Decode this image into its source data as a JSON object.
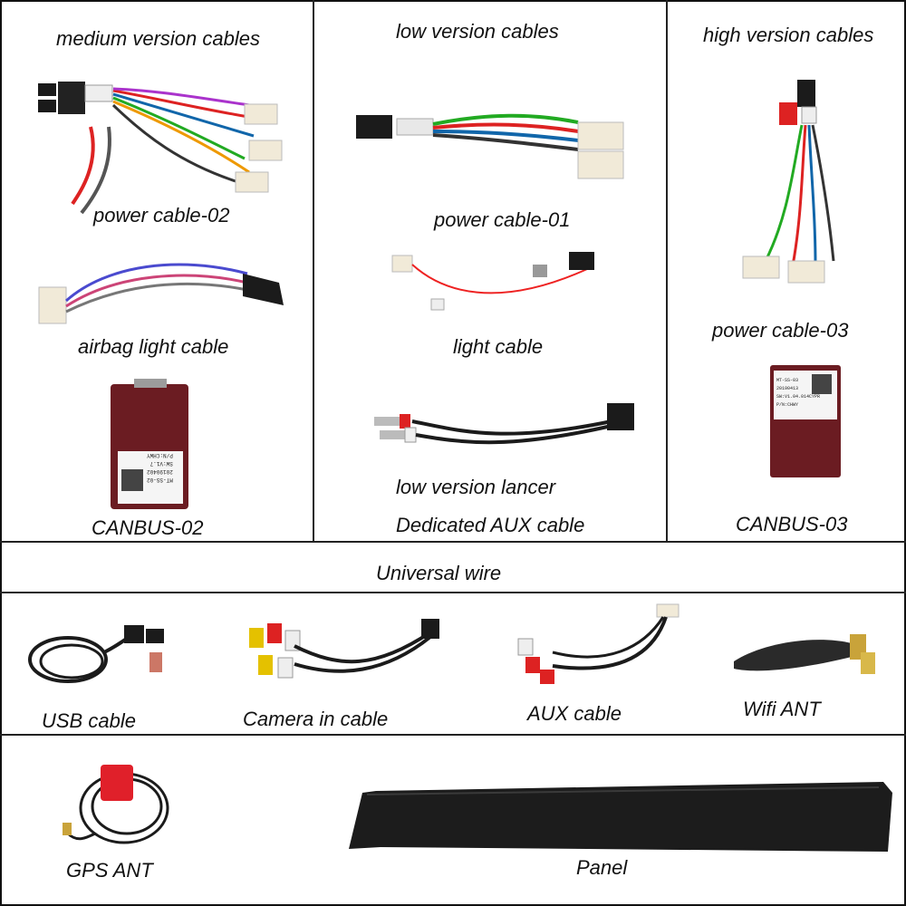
{
  "sections": {
    "medium": {
      "heading": "medium version cables",
      "items": [
        "power cable-02",
        "airbag light cable",
        "CANBUS-02"
      ]
    },
    "low": {
      "heading": "low version cables",
      "items": [
        "power  cable-01",
        "light cable",
        "low version lancer",
        "Dedicated AUX cable"
      ]
    },
    "high": {
      "heading": "high version cables",
      "items": [
        "power cable-03",
        "CANBUS-03"
      ]
    },
    "universal": {
      "heading": "Universal wire",
      "items": [
        "USB cable",
        "Camera in cable",
        "AUX cable",
        "Wifi ANT"
      ]
    },
    "bottom": {
      "items": [
        "GPS ANT",
        "Panel"
      ]
    }
  },
  "canbus_02_sticker": [
    "MT-SS-02",
    "20190402",
    "SW:V1.7",
    "P/N:CHWY"
  ],
  "canbus_03_sticker": [
    "MT-SS-03",
    "20190413",
    "SW:V1.04.014CYPR",
    "P/N:CHWY"
  ],
  "colors": {
    "border": "#222222",
    "connector": "#f1ead8",
    "box": "#6b1c22",
    "panel": "#1c1c1c",
    "gps": "#e0202a"
  }
}
